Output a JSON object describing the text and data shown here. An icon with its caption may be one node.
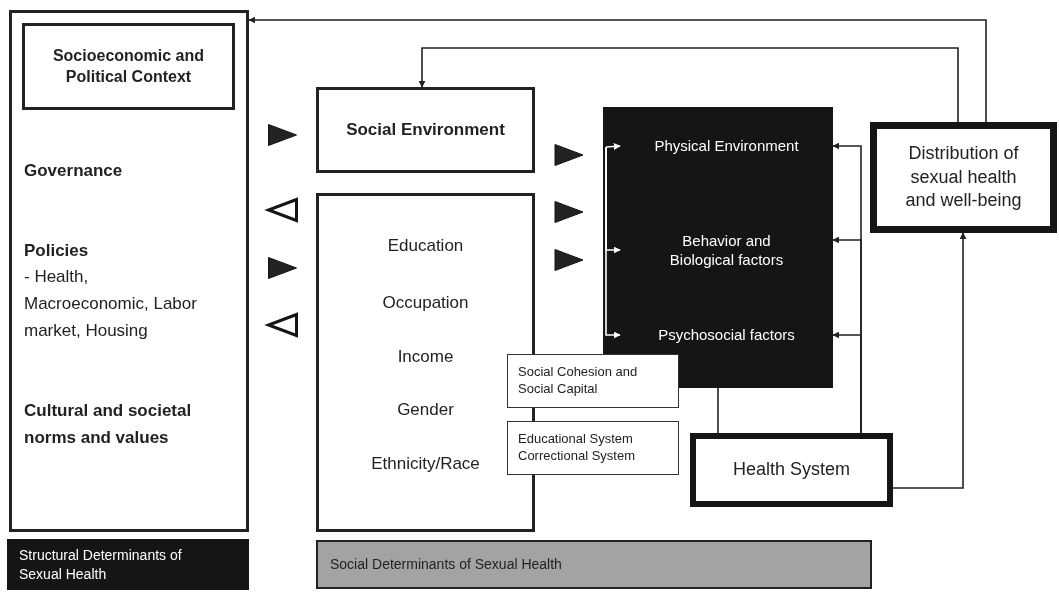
{
  "diagram": {
    "nodes": [
      {
        "text": [
          "Governance",
          "Policies",
          "- Health, Macroeconomic, Labor market, Housing",
          "Cultural and societal norms and values"
        ]
      },
      {
        "text": [
          "Socioeconomic and Political Context"
        ],
        "in": 0
      },
      {
        "text": [
          "Social Environment"
        ]
      },
      {
        "text": [
          "Education",
          "Occupation",
          "Income",
          "Gender",
          "Ethnicity/Race"
        ]
      },
      {
        "text": [],
        "shape": "box"
      },
      {
        "text": [
          "Physical Environment"
        ],
        "in": 4
      },
      {
        "text": [
          "Behavior and Biological factors"
        ],
        "in": 4
      },
      {
        "text": [
          "Psychosocial factors"
        ],
        "in": 4
      },
      {
        "text": [
          "Distribution of sexual health and well-being"
        ]
      },
      {
        "text": [
          "Social Cohesion and Social Capital"
        ]
      },
      {
        "text": [
          "Educational System Correctional System"
        ]
      },
      {
        "text": [
          "Health System"
        ]
      },
      {
        "text": [
          "Structural Determinants of Sexual Health"
        ]
      },
      {
        "text": [
          "Social Determinants of Sexual Health"
        ]
      }
    ],
    "edges": [
      {
        "from": 8,
        "to": 0,
        "arrow": "to"
      },
      {
        "from": 8,
        "to": 2,
        "arrow": "to"
      },
      {
        "from": 0,
        "to": 2,
        "arrow": "to",
        "style": "thick"
      },
      {
        "from": 3,
        "to": 0,
        "arrow": "to",
        "style": "thick",
        "color": "#ffffff"
      },
      {
        "from": 0,
        "to": 3,
        "arrow": "to",
        "style": "thick"
      },
      {
        "from": 3,
        "to": 0,
        "arrow": "to",
        "style": "thick",
        "color": "#ffffff"
      },
      {
        "from": 2,
        "to": 4,
        "arrow": "to",
        "style": "thick"
      },
      {
        "from": 3,
        "to": 4,
        "arrow": "to",
        "style": "thick"
      },
      {
        "from": 3,
        "to": 4,
        "arrow": "to",
        "style": "thick"
      },
      {
        "from": null,
        "to": 5,
        "arrow": "to",
        "color": "#ffffff"
      },
      {
        "from": null,
        "to": 6,
        "arrow": "to",
        "color": "#ffffff"
      },
      {
        "from": null,
        "to": 7,
        "arrow": "to",
        "color": "#ffffff"
      },
      {
        "from": 11,
        "to": 5,
        "arrow": "to"
      },
      {
        "from": 11,
        "to": 6,
        "arrow": "to"
      },
      {
        "from": 11,
        "to": 7,
        "arrow": "to"
      },
      {
        "from": 4,
        "to": 11,
        "arrow": "none"
      },
      {
        "from": 11,
        "to": 8,
        "arrow": "to"
      }
    ]
  }
}
